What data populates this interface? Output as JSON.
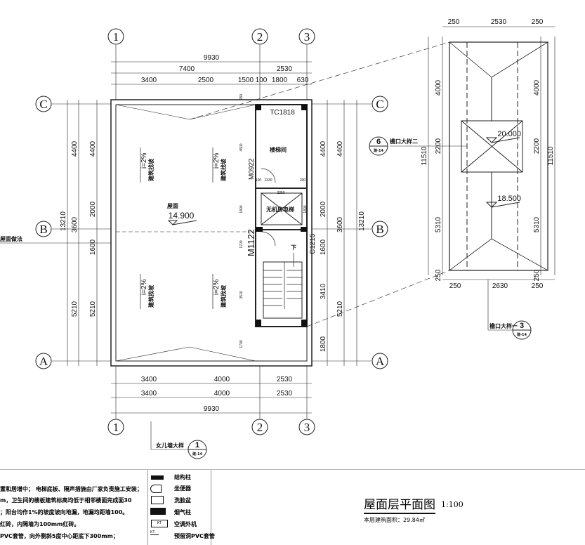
{
  "axes": {
    "col1": "1",
    "col2": "2",
    "col3": "3",
    "rowA": "A",
    "rowB": "B",
    "rowC": "C"
  },
  "dims": {
    "top": [
      "9930",
      "7400",
      "2530",
      "3400",
      "2500",
      "1500",
      "100",
      "1800",
      "630"
    ],
    "bottom": [
      "3400",
      "4000",
      "2530",
      "3400",
      "4000",
      "2530",
      "9930"
    ],
    "left": [
      "13210",
      "4400",
      "3600",
      "5210",
      "4400",
      "2000",
      "1600",
      "5210"
    ],
    "right": [
      "4400",
      "2000",
      "1600",
      "3410",
      "1800",
      "4400",
      "3600",
      "5210",
      "13210"
    ],
    "stair": [
      "250",
      "4500",
      "1800",
      "1700",
      "3510",
      "1700",
      "2330",
      "100",
      "200",
      "2250",
      "1800"
    ],
    "detail": [
      "250",
      "2530",
      "250",
      "4000",
      "2200",
      "5310",
      "250",
      "11510",
      "4000",
      "2200",
      "5310",
      "250",
      "11510",
      "250",
      "2630",
      "250"
    ]
  },
  "labels": {
    "roof": "屋面",
    "roof_elev": "14.900",
    "slope": "i=2%",
    "slope_note": "建筑找坡",
    "stair_room": "楼梯间",
    "elevator": "无机房电梯",
    "down": "下",
    "win_top": "TC1818",
    "door1": "M0922",
    "door2": "M1122",
    "win_side": "C1215",
    "roof_method": "屋面做法",
    "elev_top": "20.000",
    "elev_mid": "18.500"
  },
  "callouts": [
    {
      "num": "6",
      "sheet": "建-14",
      "text": "檐口大样二"
    },
    {
      "num": "1",
      "sheet": "建-14",
      "text": "女儿墙大样"
    },
    {
      "num": "3",
      "sheet": "建-14",
      "text": "檐口大样一"
    }
  ],
  "notes": [
    "置和居增中； 电梯底板、隔声措施由厂家负责施工安装；",
    "m，卫生间的楼板建筑标高均低于相邻楼面完成面30",
    "；阳台均作1%的坡度坡向地漏，地漏均距墙100。",
    "红砖，内隔墙为100mm红砖。",
    "PVC套管，向外侧斜5度中心距底下300mm；"
  ],
  "legend": [
    {
      "icon": "structural-column-icon",
      "label": "结构柱"
    },
    {
      "icon": "toilet-icon",
      "label": "坐便器"
    },
    {
      "icon": "washbasin-icon",
      "label": "洗脸盆"
    },
    {
      "icon": "flue-icon",
      "label": "烟气柱"
    },
    {
      "icon": "ac-unit-icon",
      "label": "空调外机",
      "tag": "KT"
    },
    {
      "icon": "pvc-sleeve-icon",
      "label": "预留洞PVC套管",
      "tag": "KT"
    }
  ],
  "title": {
    "name": "屋面层平面图",
    "scale": "1:100",
    "area": "本层建筑面积：29.84㎡"
  }
}
